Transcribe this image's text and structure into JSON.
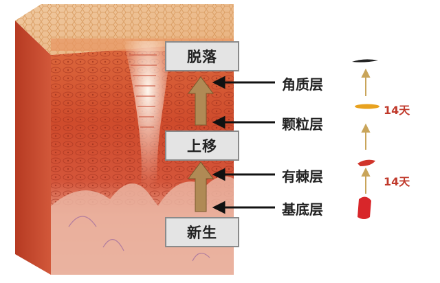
{
  "stages": [
    "脱落",
    "上移",
    "新生"
  ],
  "layers": [
    "角质层",
    "颗粒层",
    "有棘层",
    "基底层"
  ],
  "cycles": [
    "14天",
    "14天"
  ],
  "colors": {
    "label_text": "#222222",
    "days_text": "#c0392b",
    "stage_box": "#e4e4e4",
    "arrow_fill": "#b08a55",
    "skin_top": "#e9b98a",
    "skin_mid": "#cf4b2c",
    "skin_deep": "#e8a892"
  }
}
